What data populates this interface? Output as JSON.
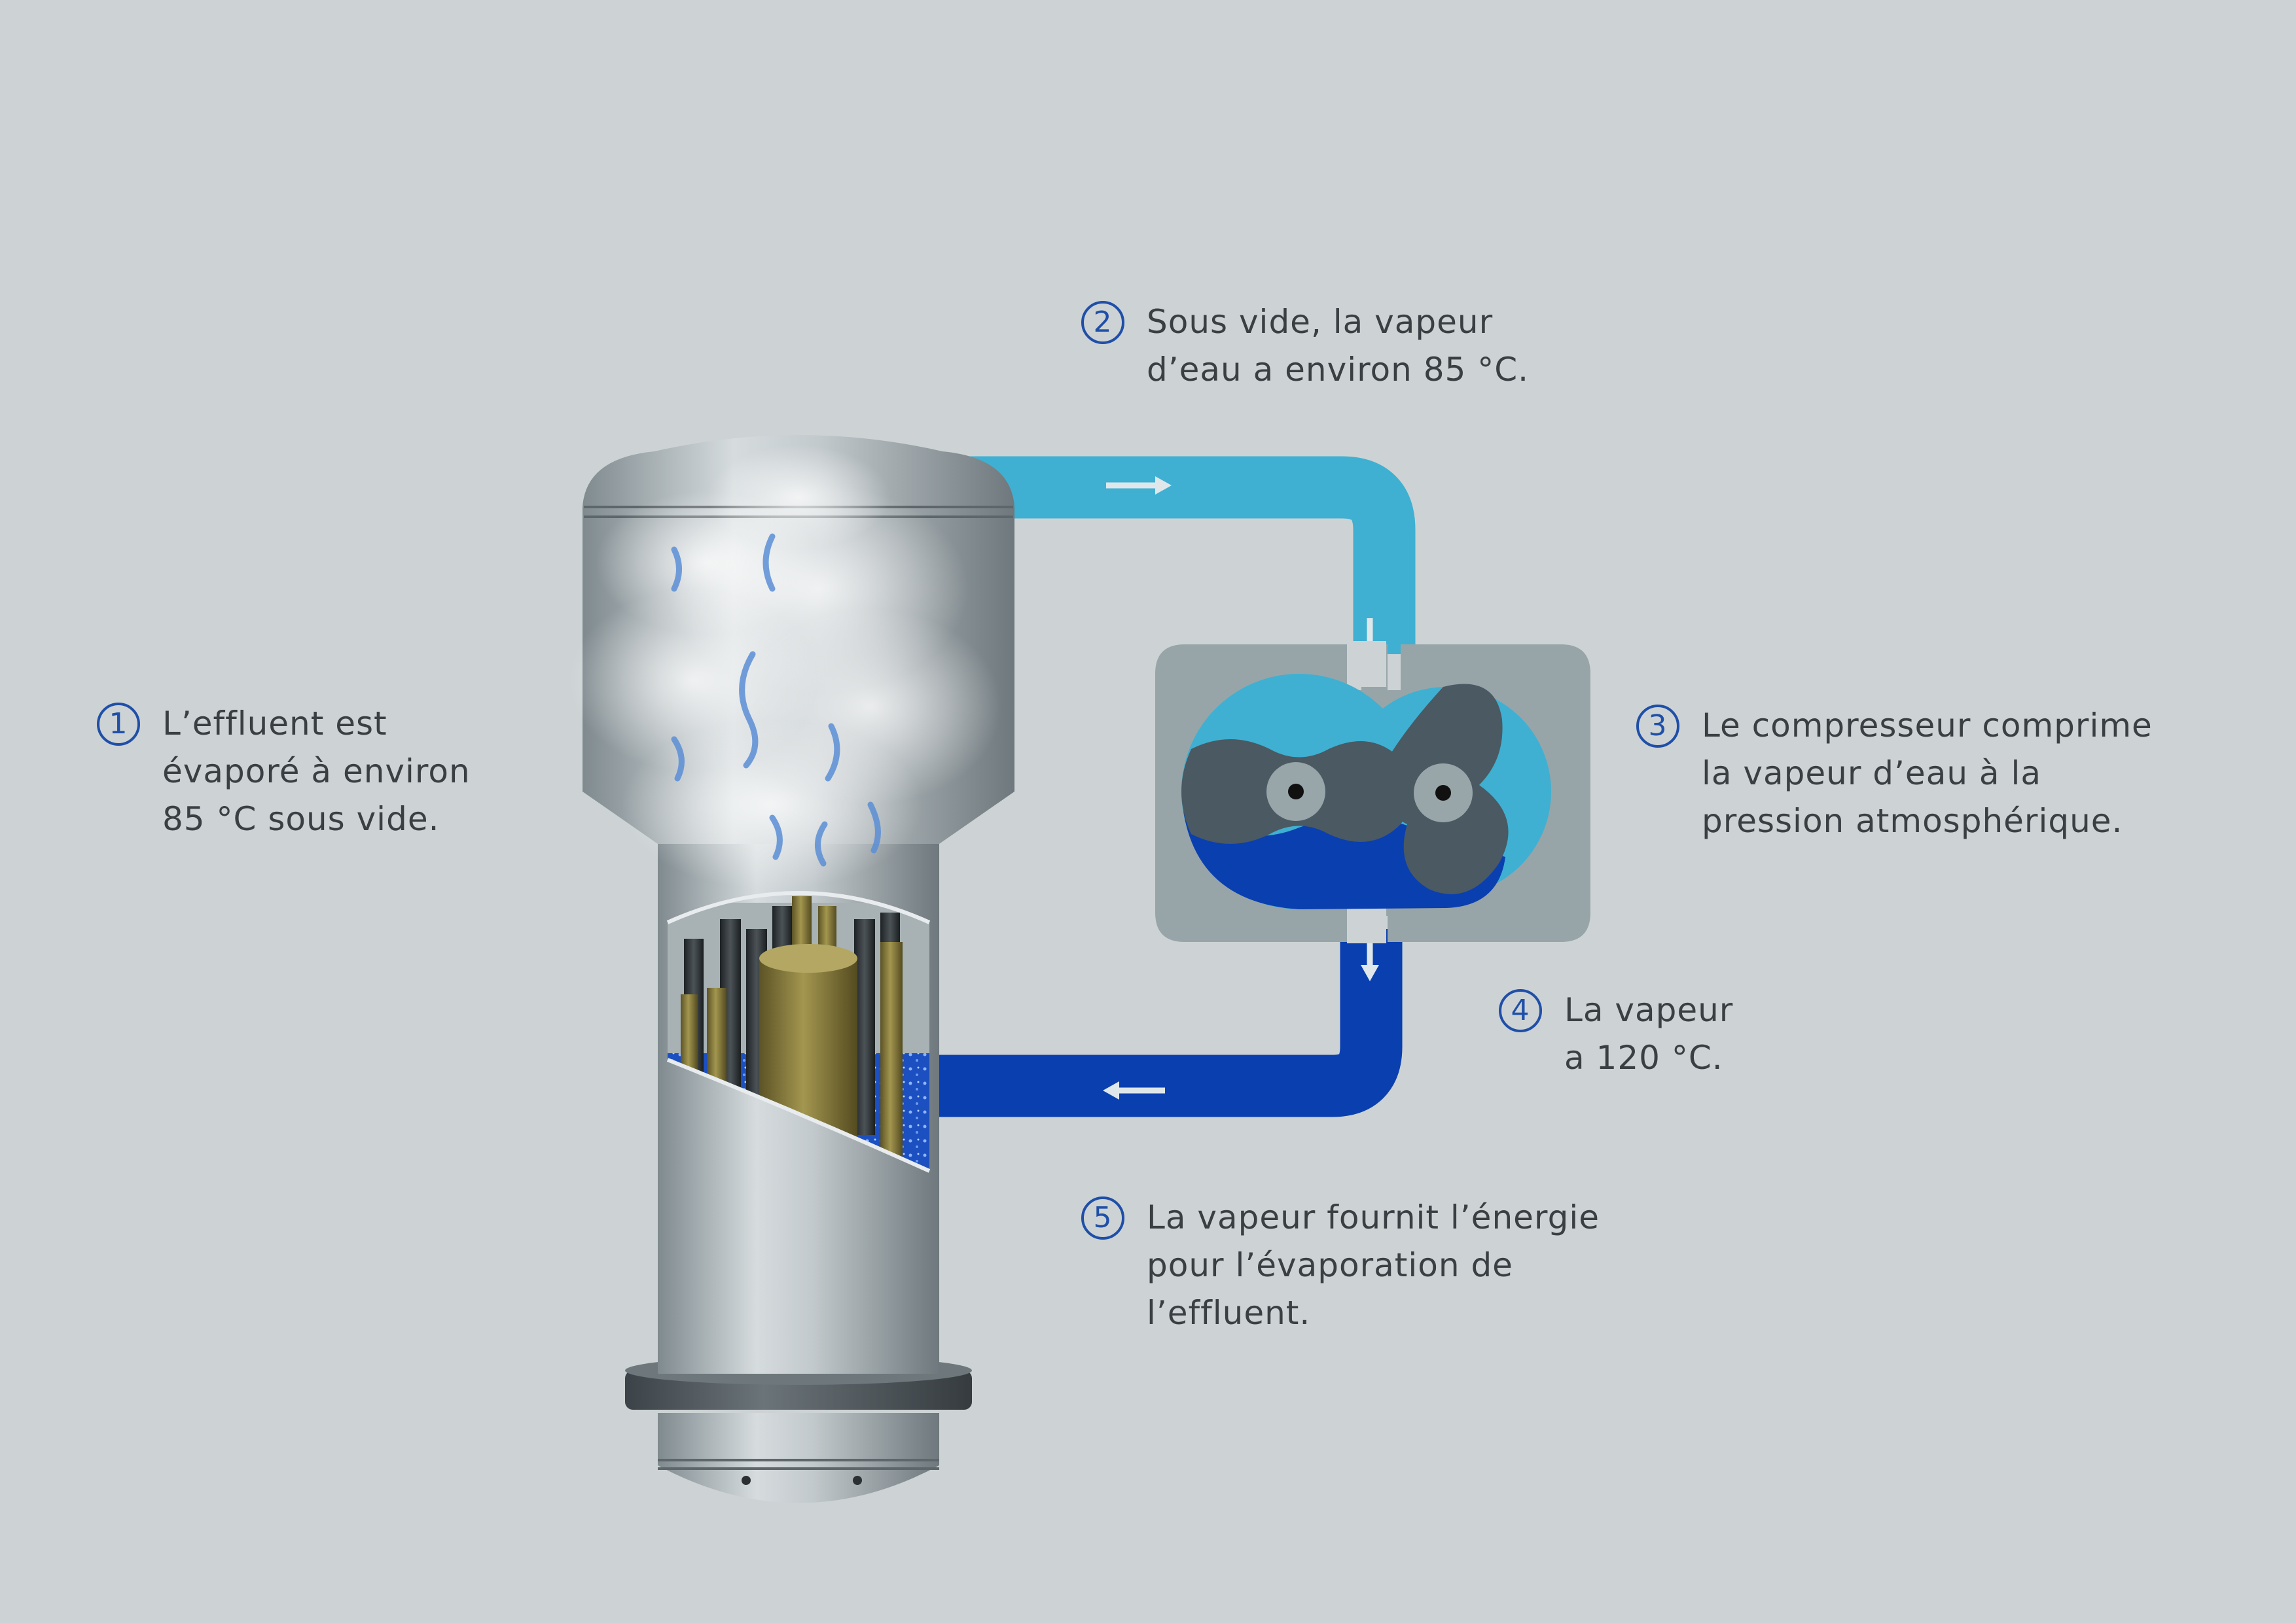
{
  "colors": {
    "background": "#cdd3d4",
    "vapor_pipe": "#3fb0d2",
    "steam_pipe": "#0a3fb0",
    "callout_number": "#1f4fa8",
    "text": "#3a3f43"
  },
  "callouts": [
    {
      "number": "1",
      "lines": [
        "L’effluent est",
        "évaporé à environ",
        "85 °C sous vide."
      ]
    },
    {
      "number": "2",
      "lines": [
        "Sous vide, la vapeur",
        "d’eau a environ 85 °C."
      ]
    },
    {
      "number": "3",
      "lines": [
        "Le compresseur comprime",
        "la vapeur d’eau à la",
        "pression atmosphérique."
      ]
    },
    {
      "number": "4",
      "lines": [
        "La vapeur",
        "a 120 °C."
      ]
    },
    {
      "number": "5",
      "lines": [
        "La vapeur fournit l’énergie",
        "pour l’évaporation de",
        "l’effluent."
      ]
    }
  ],
  "icons": [
    "vacuum-evaporator-icon",
    "compressor-icon",
    "flow-arrow-icon"
  ]
}
